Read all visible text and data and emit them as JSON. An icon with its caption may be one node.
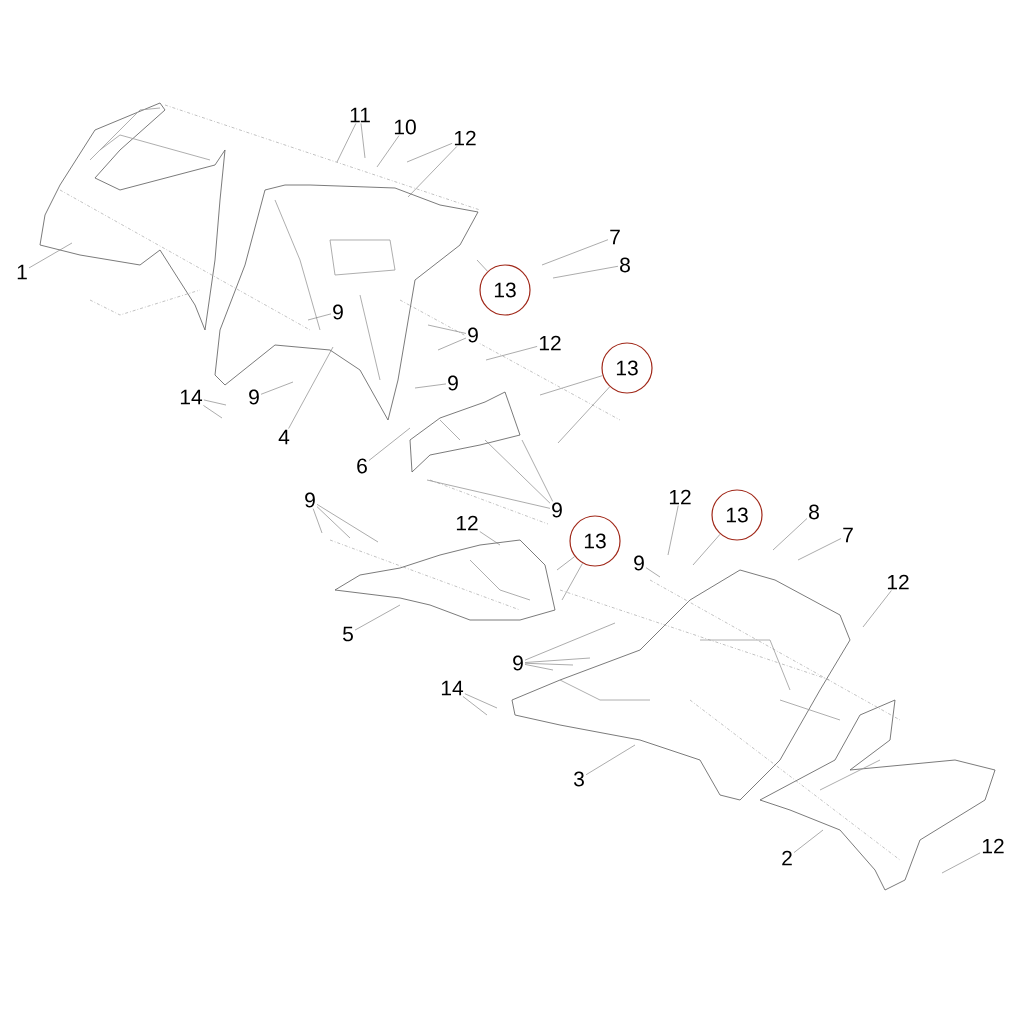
{
  "diagram": {
    "nodes": [
      {
        "text": [
          "1"
        ]
      },
      {
        "text": [
          "11"
        ]
      },
      {
        "text": [
          "10"
        ]
      },
      {
        "text": [
          "12"
        ]
      },
      {
        "text": [
          "7"
        ]
      },
      {
        "text": [
          "8"
        ]
      },
      {
        "text": [
          "13"
        ]
      },
      {
        "text": [
          "9"
        ]
      },
      {
        "text": [
          "9"
        ]
      },
      {
        "text": [
          "12"
        ]
      },
      {
        "text": [
          "13"
        ]
      },
      {
        "text": [
          "9"
        ]
      },
      {
        "text": [
          "14"
        ]
      },
      {
        "text": [
          "9"
        ]
      },
      {
        "text": [
          "4"
        ]
      },
      {
        "text": [
          "6"
        ]
      },
      {
        "text": [
          "9"
        ]
      },
      {
        "text": [
          "9"
        ]
      },
      {
        "text": [
          "12"
        ]
      },
      {
        "text": [
          "13"
        ]
      },
      {
        "text": [
          "5"
        ]
      },
      {
        "text": [
          "9"
        ]
      },
      {
        "text": [
          "12"
        ]
      },
      {
        "text": [
          "13"
        ]
      },
      {
        "text": [
          "8"
        ]
      },
      {
        "text": [
          "7"
        ]
      },
      {
        "text": [
          "12"
        ]
      },
      {
        "text": [
          "9"
        ]
      },
      {
        "text": [
          "14"
        ]
      },
      {
        "text": [
          "3"
        ]
      },
      {
        "text": [
          "2"
        ]
      },
      {
        "text": [
          "12"
        ]
      },
      {
        "text": [],
        "shape": "picture"
      }
    ],
    "edges": [
      {
        "from": 0,
        "to": null,
        "arrow": "none"
      },
      {
        "from": 1,
        "to": null,
        "arrow": "none"
      },
      {
        "from": 1,
        "to": null,
        "arrow": "none"
      },
      {
        "from": 2,
        "to": null,
        "arrow": "none"
      },
      {
        "from": 3,
        "to": null,
        "arrow": "none"
      },
      {
        "from": 3,
        "to": null,
        "arrow": "none"
      },
      {
        "from": 4,
        "to": null,
        "arrow": "none"
      },
      {
        "from": 5,
        "to": null,
        "arrow": "none"
      },
      {
        "from": 6,
        "to": null,
        "arrow": "none"
      },
      {
        "from": 7,
        "to": null,
        "arrow": "none"
      },
      {
        "from": 8,
        "to": null,
        "arrow": "none"
      },
      {
        "from": 8,
        "to": null,
        "arrow": "none"
      },
      {
        "from": 9,
        "to": null,
        "arrow": "none"
      },
      {
        "from": 10,
        "to": 32,
        "arrow": "none"
      },
      {
        "from": 10,
        "to": null,
        "arrow": "none"
      },
      {
        "from": 11,
        "to": null,
        "arrow": "none"
      },
      {
        "from": 12,
        "to": null,
        "arrow": "none"
      },
      {
        "from": 12,
        "to": null,
        "arrow": "none"
      },
      {
        "from": 13,
        "to": null,
        "arrow": "none"
      },
      {
        "from": 14,
        "to": null,
        "arrow": "none"
      },
      {
        "from": 15,
        "to": 32,
        "arrow": "none"
      },
      {
        "from": 16,
        "to": 32,
        "arrow": "none"
      },
      {
        "from": 16,
        "to": 32,
        "arrow": "none"
      },
      {
        "from": 16,
        "to": 32,
        "arrow": "none"
      },
      {
        "from": 17,
        "to": null,
        "arrow": "none"
      },
      {
        "from": 17,
        "to": null,
        "arrow": "none"
      },
      {
        "from": 17,
        "to": null,
        "arrow": "none"
      },
      {
        "from": 18,
        "to": null,
        "arrow": "none"
      },
      {
        "from": 19,
        "to": null,
        "arrow": "none"
      },
      {
        "from": 19,
        "to": null,
        "arrow": "none"
      },
      {
        "from": 20,
        "to": null,
        "arrow": "none"
      },
      {
        "from": 21,
        "to": null,
        "arrow": "none"
      },
      {
        "from": 22,
        "to": null,
        "arrow": "none"
      },
      {
        "from": 23,
        "to": null,
        "arrow": "none"
      },
      {
        "from": 24,
        "to": null,
        "arrow": "none"
      },
      {
        "from": 25,
        "to": null,
        "arrow": "none"
      },
      {
        "from": 26,
        "to": null,
        "arrow": "none"
      },
      {
        "from": 27,
        "to": null,
        "arrow": "none"
      },
      {
        "from": 27,
        "to": null,
        "arrow": "none"
      },
      {
        "from": 27,
        "to": null,
        "arrow": "none"
      },
      {
        "from": 27,
        "to": null,
        "arrow": "none"
      },
      {
        "from": 28,
        "to": null,
        "arrow": "none"
      },
      {
        "from": 28,
        "to": null,
        "arrow": "none"
      },
      {
        "from": 29,
        "to": null,
        "arrow": "none"
      },
      {
        "from": 30,
        "to": null,
        "arrow": "none"
      },
      {
        "from": 31,
        "to": null,
        "arrow": "none"
      }
    ]
  }
}
